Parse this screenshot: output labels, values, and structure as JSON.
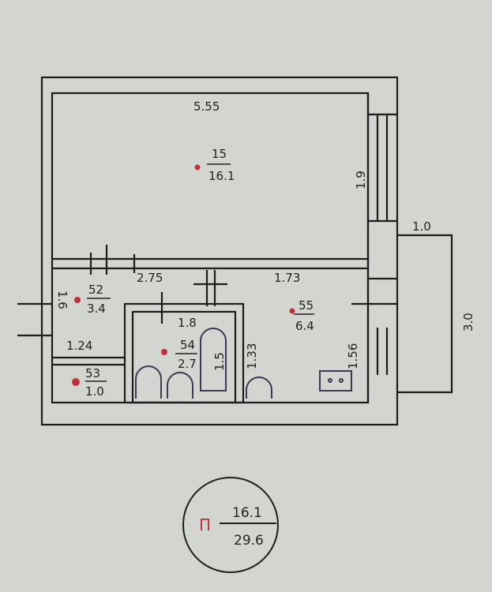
{
  "plan": {
    "living_room": {
      "number": "15",
      "area": "16.1",
      "width": "5.55",
      "depth": "1.9"
    },
    "balcony": {
      "width": "1.0",
      "length": "3.0"
    },
    "hallway": {
      "number": "52",
      "area": "3.4",
      "dim_side": "1.6",
      "dim_top": "2.75"
    },
    "closet": {
      "number": "53",
      "area": "1.0",
      "dim": "1.24"
    },
    "bathroom": {
      "number": "54",
      "area": "2.7",
      "width": "1.8",
      "tub_length": "1.5"
    },
    "kitchen": {
      "number": "55",
      "area": "6.4",
      "width": "1.73",
      "dim_left": "1.33",
      "dim_right": "1.56"
    }
  },
  "summary": {
    "marker": "П",
    "living_area": "16.1",
    "total_area": "29.6"
  },
  "colors": {
    "paper": "#d3d5d1",
    "ink": "#1d1d1d",
    "room_marker": "#c0303a"
  }
}
